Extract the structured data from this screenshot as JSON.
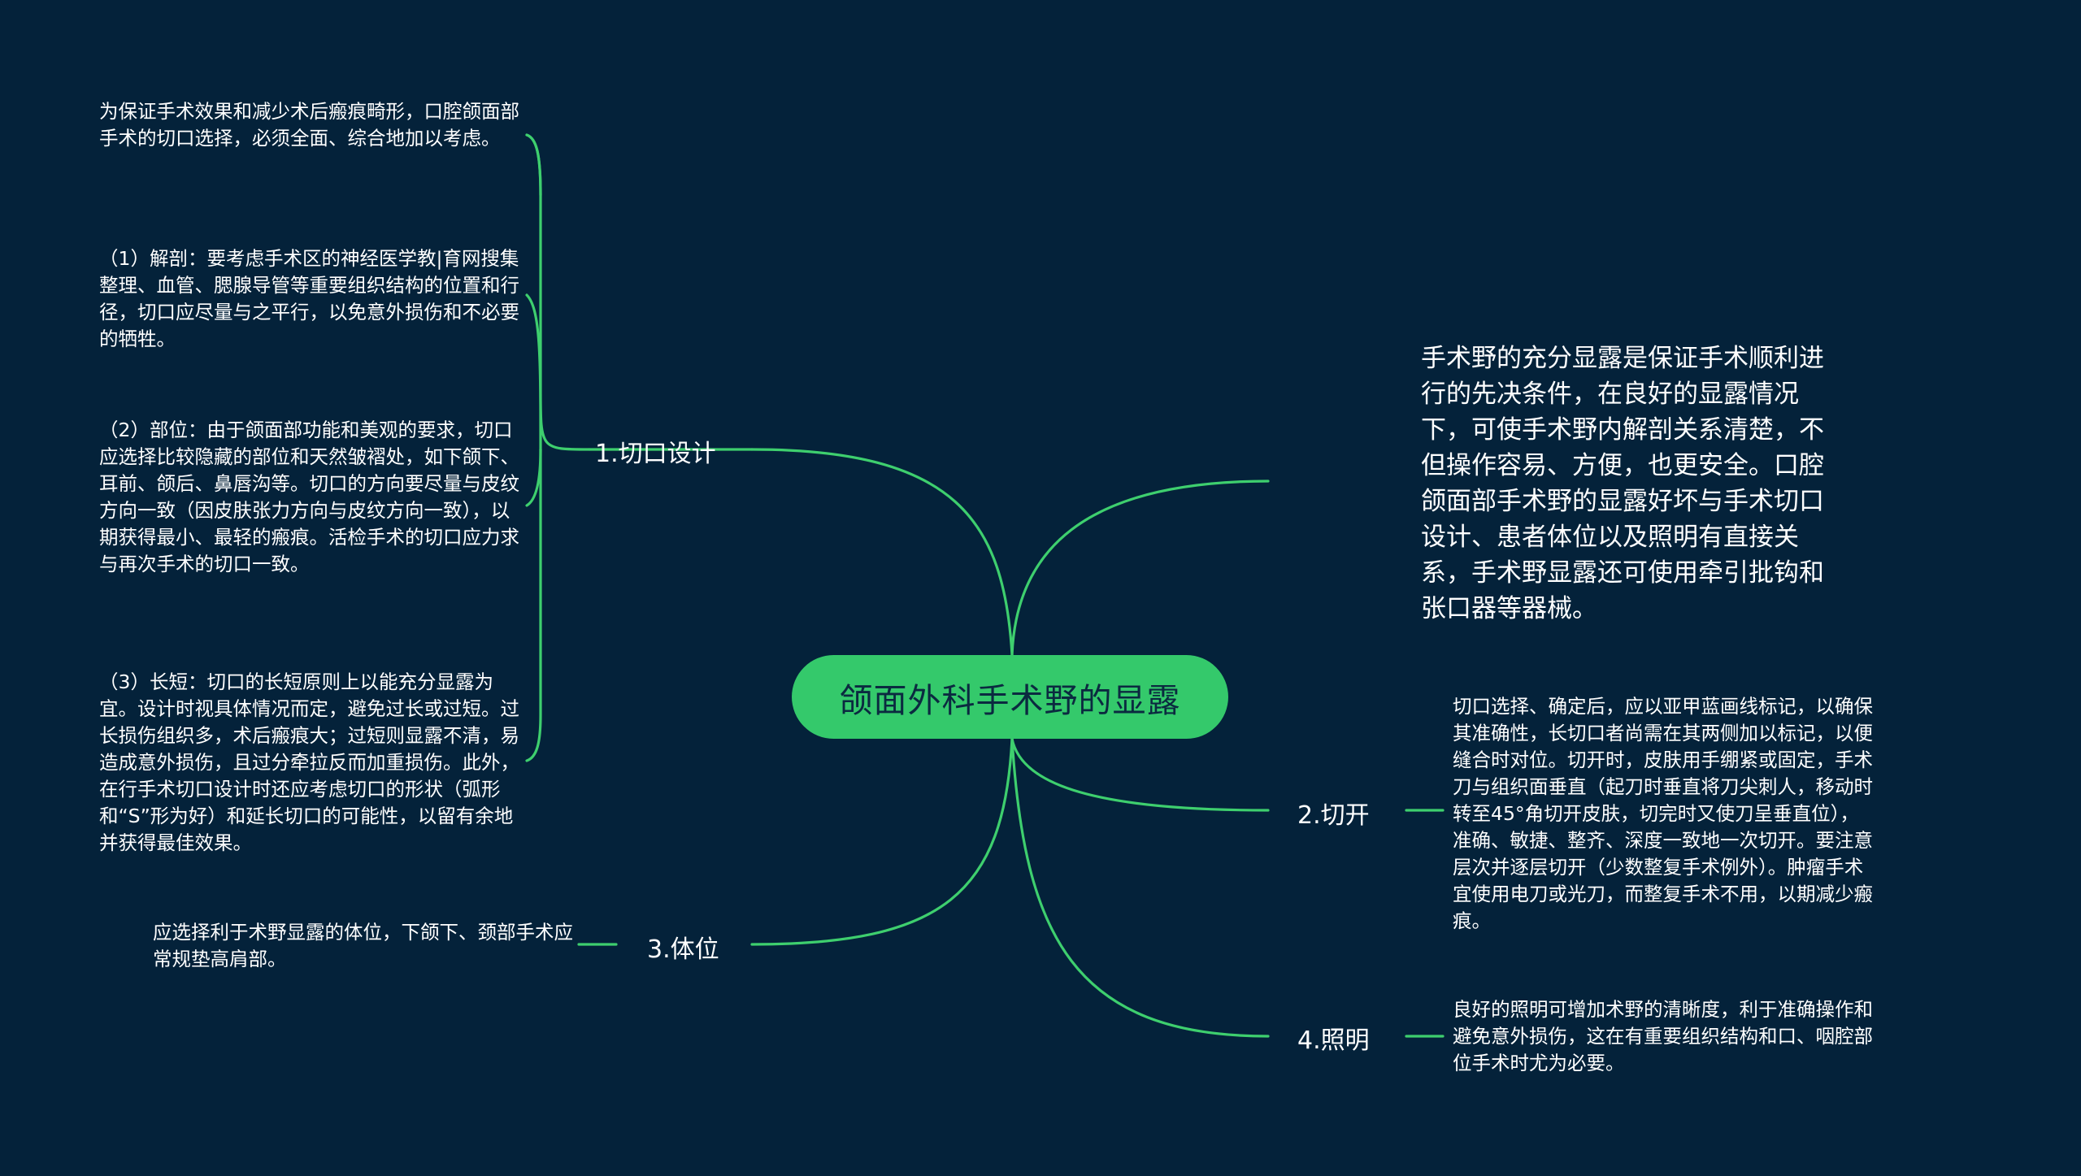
{
  "root": {
    "label": "颌面外科手术野的显露"
  },
  "branches": {
    "incision_design": {
      "label": "1.切口设计",
      "children": [
        "为保证手术效果和减少术后瘢痕畸形，口腔颌面部手术的切口选择，必须全面、综合地加以考虑。",
        "（1）解剖：要考虑手术区的神经医学教|育网搜集整理、血管、腮腺导管等重要组织结构的位置和行径，切口应尽量与之平行，以免意外损伤和不必要的牺牲。",
        "（2）部位：由于颌面部功能和美观的要求，切口应选择比较隐藏的部位和天然皱褶处，如下颌下、耳前、颌后、鼻唇沟等。切口的方向要尽量与皮纹方向一致（因皮肤张力方向与皮纹方向一致），以期获得最小、最轻的瘢痕。活检手术的切口应力求与再次手术的切口一致。",
        "（3）长短：切口的长短原则上以能充分显露为宜。设计时视具体情况而定，避免过长或过短。过长损伤组织多，术后瘢痕大；过短则显露不清，易造成意外损伤，且过分牵拉反而加重损伤。此外，在行手术切口设计时还应考虑切口的形状（弧形和“S”形为好）和延长切口的可能性，以留有余地并获得最佳效果。"
      ]
    },
    "position": {
      "label": "3.体位",
      "children": [
        "应选择利于术野显露的体位，下颌下、颈部手术应常规垫高肩部。"
      ]
    },
    "intro": {
      "text": "手术野的充分显露是保证手术顺利进行的先决条件，在良好的显露情况下，可使手术野内解剖关系清楚，不但操作容易、方便，也更安全。口腔颌面部手术野的显露好坏与手术切口设计、患者体位以及照明有直接关系，手术野显露还可使用牵引批钩和张口器等器械。"
    },
    "cutting": {
      "label": "2.切开",
      "children": [
        "切口选择、确定后，应以亚甲蓝画线标记，以确保其准确性，长切口者尚需在其两侧加以标记，以便缝合时对位。切开时，皮肤用手绷紧或固定，手术刀与组织面垂直（起刀时垂直将刀尖刺人，移动时转至45°角切开皮肤，切完时又使刀呈垂直位），准确、敏捷、整齐、深度一致地一次切开。要注意层次并逐层切开（少数整复手术例外）。肿瘤手术宜使用电刀或光刀，而整复手术不用，以期减少瘢痕。"
      ]
    },
    "lighting": {
      "label": "4.照明",
      "children": [
        "良好的照明可增加术野的清晰度，利于准确操作和避免意外损伤，这在有重要组织结构和口、咽腔部位手术时尤为必要。"
      ]
    }
  },
  "colors": {
    "background": "#04223a",
    "accent": "#34c96b",
    "link": "#3ecf6e",
    "text": "#ffffff"
  }
}
